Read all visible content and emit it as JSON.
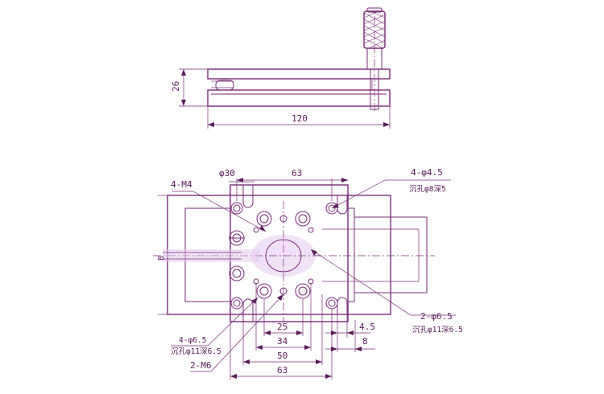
{
  "colors": {
    "line": "#7a2a7a",
    "text": "#5a1a5a",
    "background": "#ffffff"
  },
  "side_view": {
    "height_dim": "26",
    "width_dim": "120"
  },
  "plan_view": {
    "top_dims": {
      "phi30": "φ30",
      "d63_top": "63"
    },
    "labels": {
      "m4": "4-M4",
      "phi45": "4-φ4.5",
      "phi45_cb": "沉孔φ8深5",
      "phi65_left": "4-φ6.5",
      "phi65_left_cb": "沉孔φ11深6.5",
      "phi65_right": "2-φ6.5",
      "phi65_right_cb": "沉孔φ11深6.5",
      "m6": "2-M6",
      "b_mark": "B"
    },
    "bottom_dims": {
      "d25": "25",
      "d34": "34",
      "d50": "50",
      "d63": "63",
      "d45": "4.5",
      "d8": "8"
    }
  }
}
